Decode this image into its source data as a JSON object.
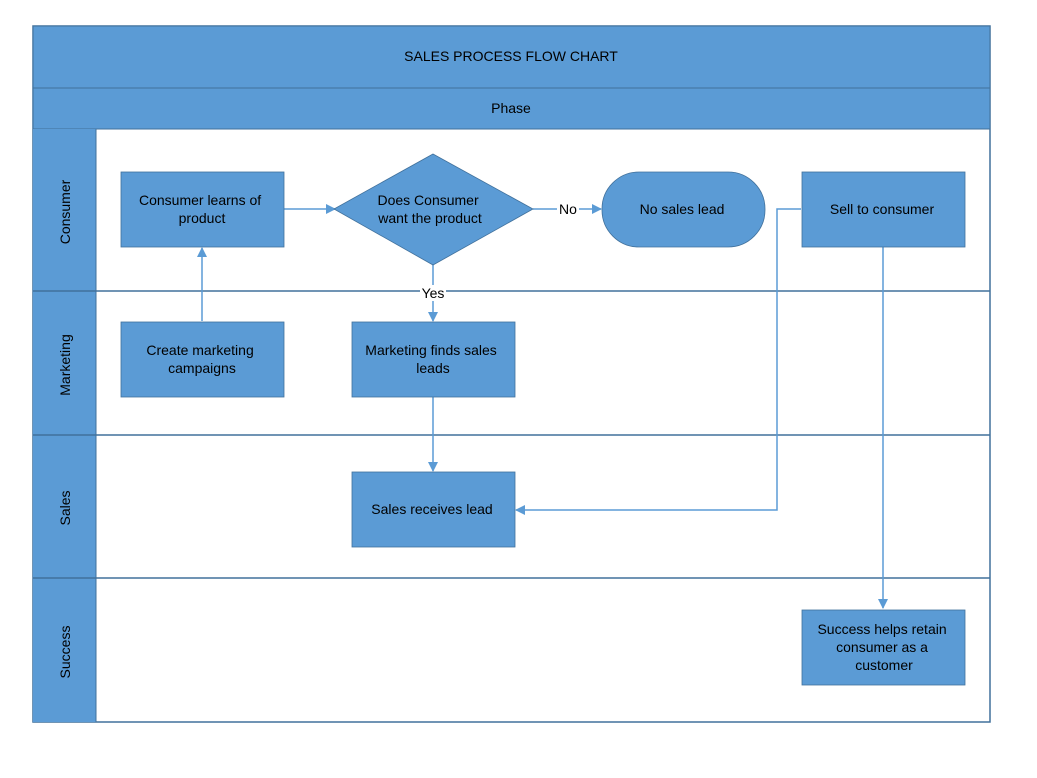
{
  "title": "SALES PROCESS FLOW CHART",
  "phase_label": "Phase",
  "lanes": [
    "Consumer",
    "Marketing",
    "Sales",
    "Success"
  ],
  "shapes": {
    "consumer_learns": [
      "Consumer learns of",
      "product"
    ],
    "decision": [
      "Does Consumer",
      "want the product"
    ],
    "no_sales_lead": [
      "No sales lead"
    ],
    "sell_to_consumer": [
      "Sell to consumer"
    ],
    "create_campaigns": [
      "Create marketing",
      "campaigns"
    ],
    "marketing_finds": [
      "Marketing finds sales",
      "leads"
    ],
    "sales_receives": [
      "Sales receives lead"
    ],
    "success_retain": [
      "Success helps retain",
      "consumer as a",
      "customer"
    ]
  },
  "edge_labels": {
    "no": "No",
    "yes": "Yes"
  },
  "colors": {
    "shape_fill": "#5b9bd5",
    "lane_header_fill": "#5b9bd5",
    "border": "#41719c",
    "text": "#000000",
    "background": "#ffffff"
  }
}
